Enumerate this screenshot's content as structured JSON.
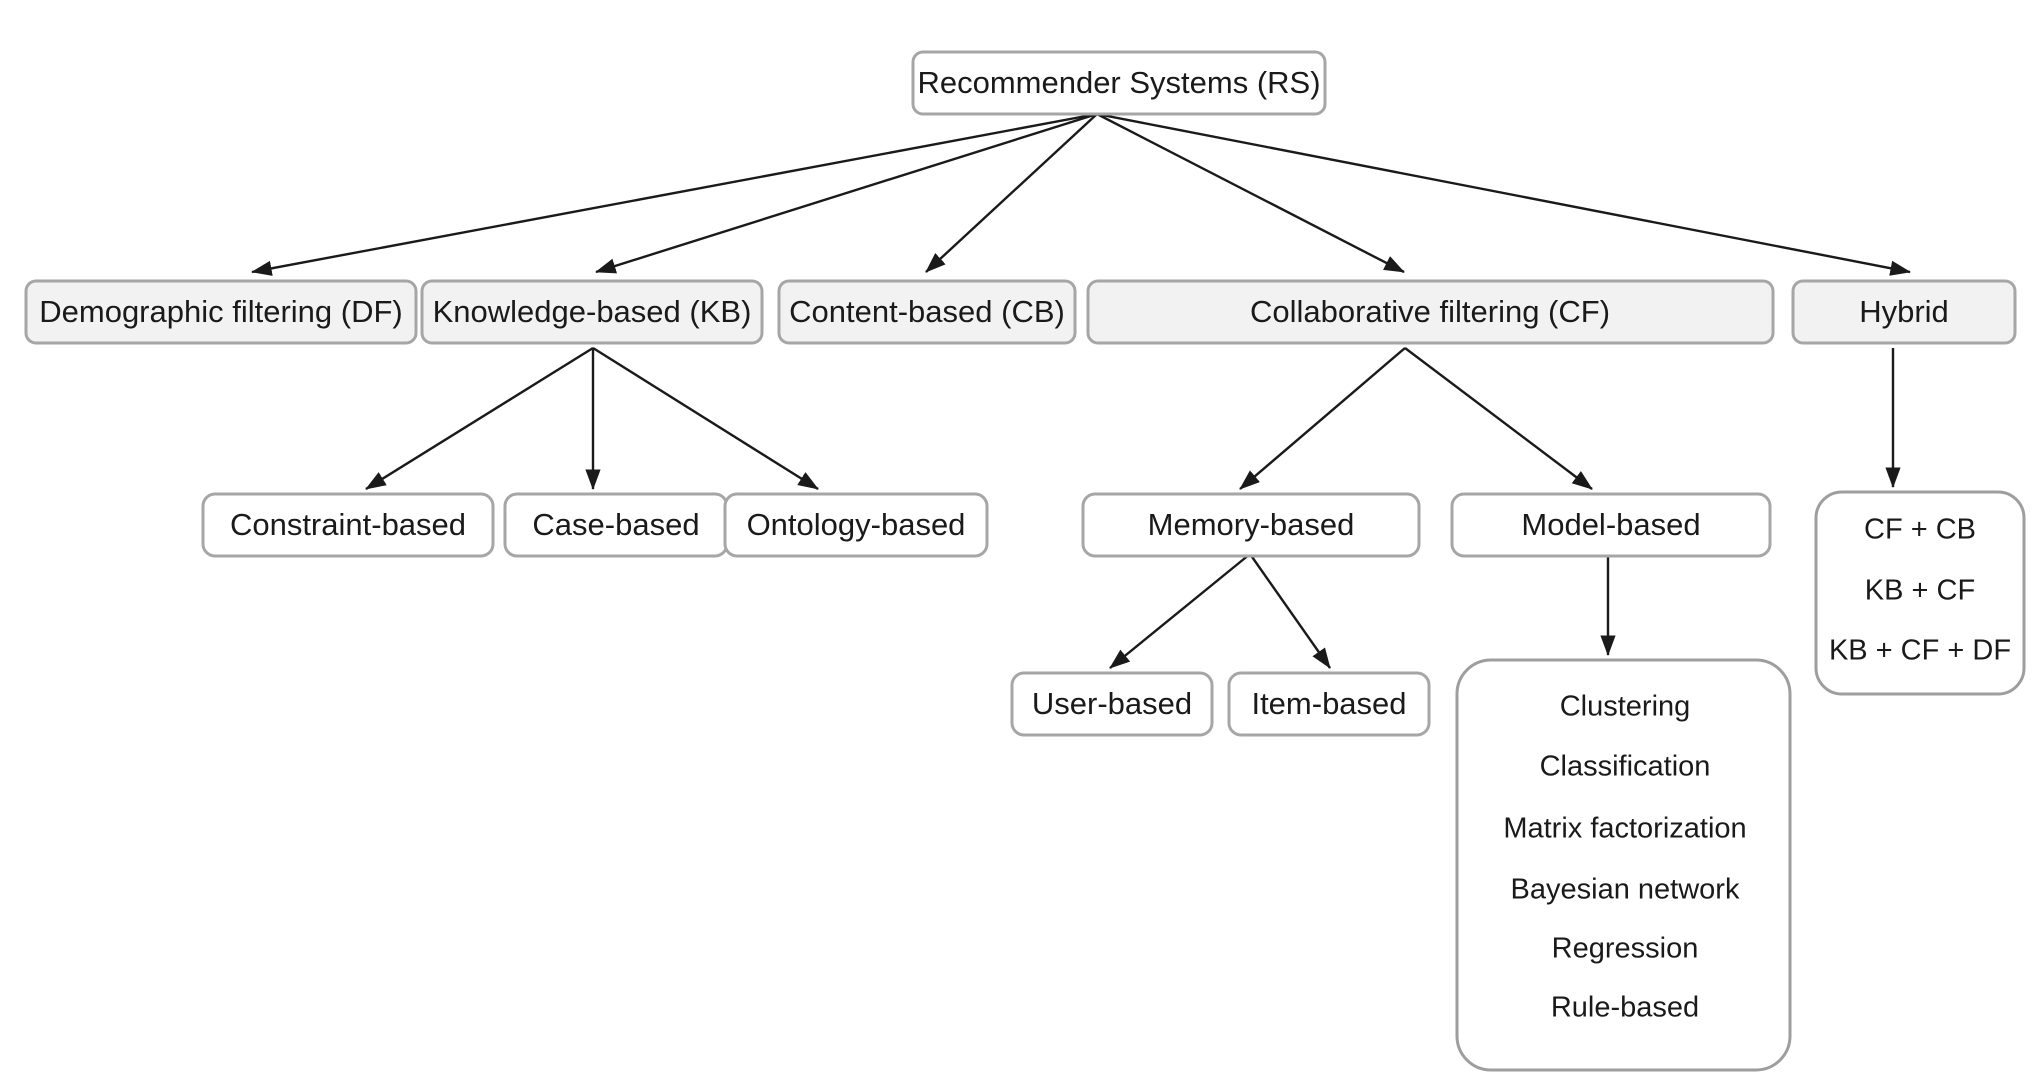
{
  "diagram": {
    "title": "Recommender Systems (RS) taxonomy",
    "type": "tree-diagram",
    "background_color": "#ffffff",
    "node_fill_level2": "#f2f2f2",
    "node_fill_other": "#ffffff",
    "node_border_color": "#a6a6a6",
    "edge_color": "#1a1a1a",
    "text_color": "#1a1a1a"
  },
  "nodes": {
    "root": {
      "label": "Recommender Systems (RS)"
    },
    "level2": [
      {
        "id": "df",
        "label": "Demographic filtering (DF)"
      },
      {
        "id": "kb",
        "label": "Knowledge-based (KB)"
      },
      {
        "id": "cb",
        "label": "Content-based (CB)"
      },
      {
        "id": "cf",
        "label": "Collaborative filtering (CF)"
      },
      {
        "id": "hybrid",
        "label": "Hybrid"
      }
    ],
    "kb_children": [
      {
        "id": "constraint",
        "label": "Constraint-based"
      },
      {
        "id": "case",
        "label": "Case-based"
      },
      {
        "id": "ontology",
        "label": "Ontology-based"
      }
    ],
    "cf_children": [
      {
        "id": "memory",
        "label": "Memory-based"
      },
      {
        "id": "model",
        "label": "Model-based"
      }
    ],
    "memory_children": [
      {
        "id": "user",
        "label": "User-based"
      },
      {
        "id": "item",
        "label": "Item-based"
      }
    ],
    "model_children": {
      "id": "model-techniques",
      "items": [
        "Clustering",
        "Classification",
        "Matrix factorization",
        "Bayesian network",
        "Regression",
        "Rule-based"
      ]
    },
    "hybrid_children": {
      "id": "hybrid-combinations",
      "items": [
        "CF + CB",
        "KB + CF",
        "KB + CF + DF"
      ]
    }
  },
  "edges": [
    {
      "from": "root",
      "to": "df"
    },
    {
      "from": "root",
      "to": "kb"
    },
    {
      "from": "root",
      "to": "cb"
    },
    {
      "from": "root",
      "to": "cf"
    },
    {
      "from": "root",
      "to": "hybrid"
    },
    {
      "from": "kb",
      "to": "constraint"
    },
    {
      "from": "kb",
      "to": "case"
    },
    {
      "from": "kb",
      "to": "ontology"
    },
    {
      "from": "cf",
      "to": "memory"
    },
    {
      "from": "cf",
      "to": "model"
    },
    {
      "from": "memory",
      "to": "user"
    },
    {
      "from": "memory",
      "to": "item"
    },
    {
      "from": "model",
      "to": "model-techniques"
    },
    {
      "from": "hybrid",
      "to": "hybrid-combinations"
    }
  ]
}
